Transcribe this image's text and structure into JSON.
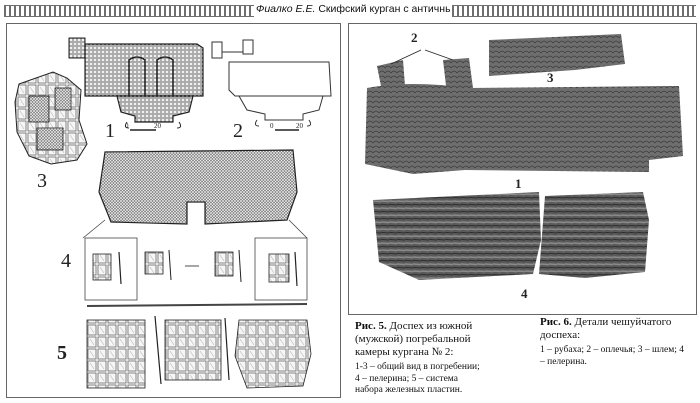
{
  "running_head": {
    "author": "Фиалко Е.Е.",
    "title": "Скифский курган с античными..."
  },
  "figure5": {
    "labels": [
      "1",
      "2",
      "3",
      "4",
      "5"
    ],
    "scale_label": "20",
    "scale_zero": "0",
    "caption": {
      "label": "Рис. 5.",
      "title": "Доспех из южной (мужской) погребальной камеры кургана № 2:",
      "body": "1-3 – общий вид в погребении; 4 – пелерина; 5 – система набора железных пластин."
    }
  },
  "figure6": {
    "labels": [
      "1",
      "2",
      "3",
      "4"
    ],
    "caption": {
      "label": "Рис. 6.",
      "title": "Детали чешуйчатого доспеха:",
      "body": "1 – рубаха; 2 – оплечья; 3 – шлем; 4 – пелерина."
    }
  }
}
